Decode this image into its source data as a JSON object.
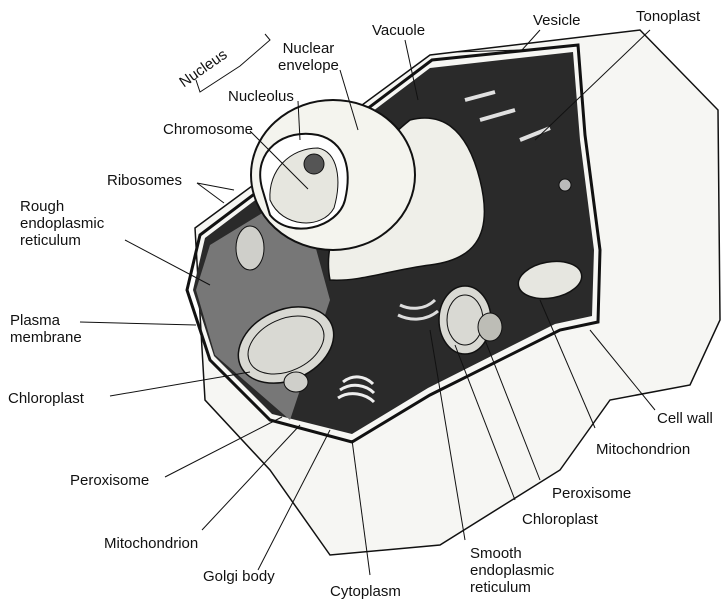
{
  "labels": {
    "nucleus": "Nucleus",
    "nuclear_envelope": "Nuclear\nenvelope",
    "nucleolus": "Nucleolus",
    "chromosome": "Chromosome",
    "vacuole": "Vacuole",
    "vesicle": "Vesicle",
    "tonoplast": "Tonoplast",
    "ribosomes": "Ribosomes",
    "rough_er": "Rough\nendoplasmic\nreticulum",
    "plasma_membrane": "Plasma\nmembrane",
    "chloroplast_left": "Chloroplast",
    "peroxisome_left": "Peroxisome",
    "mitochondrion_left": "Mitochondrion",
    "golgi_body": "Golgi body",
    "cytoplasm": "Cytoplasm",
    "smooth_er": "Smooth\nendoplasmic\nreticulum",
    "chloroplast_right": "Chloroplast",
    "peroxisome_right": "Peroxisome",
    "mitochondrion_right": "Mitochondrion",
    "cell_wall": "Cell wall"
  },
  "colors": {
    "line": "#111111",
    "dark": "#1a1a1a",
    "light": "#f2f2ee",
    "mid": "#6a6a6a"
  }
}
